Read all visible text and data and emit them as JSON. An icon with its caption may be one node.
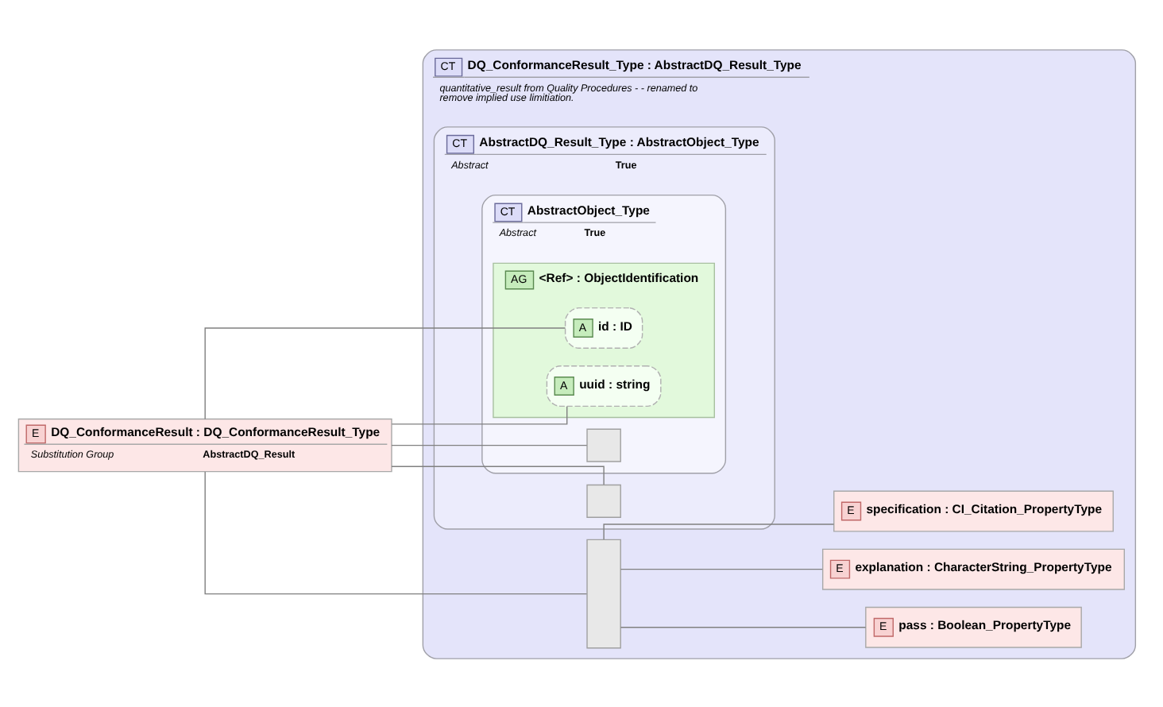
{
  "diagram": {
    "nodes": [
      {
        "text": [
          "E",
          "DQ_ConformanceResult : DQ_ConformanceResult_Type",
          "Substitution Group",
          "AbstractDQ_Result"
        ]
      },
      {
        "text": [
          "CT",
          "DQ_ConformanceResult_Type : AbstractDQ_Result_Type",
          "quantitative_result from Quality Procedures - - renamed to remove implied use limitiation."
        ]
      },
      {
        "text": [
          "CT",
          "AbstractDQ_Result_Type : AbstractObject_Type",
          "Abstract",
          "True"
        ],
        "in": 1
      },
      {
        "text": [
          "CT",
          "AbstractObject_Type",
          "Abstract",
          "True"
        ],
        "in": 2
      },
      {
        "text": [
          "AG",
          "<Ref> : ObjectIdentification"
        ],
        "in": 3
      },
      {
        "text": [
          "A",
          "id : ID"
        ],
        "in": 4
      },
      {
        "text": [
          "A",
          "uuid : string"
        ],
        "in": 4
      },
      {
        "text": [],
        "shape": "box",
        "in": 3
      },
      {
        "text": [],
        "shape": "box",
        "in": 2
      },
      {
        "text": [],
        "shape": "box",
        "in": 1
      },
      {
        "text": [
          "E",
          "specification : CI_Citation_PropertyType"
        ],
        "in": 1
      },
      {
        "text": [
          "E",
          "explanation : CharacterString_PropertyType"
        ],
        "in": 1
      },
      {
        "text": [
          "E",
          "pass : Boolean_PropertyType"
        ],
        "in": 1
      }
    ],
    "edges": [
      {
        "from": 0,
        "to": 5,
        "arrow": "none"
      },
      {
        "from": 0,
        "to": 6,
        "arrow": "none"
      },
      {
        "from": 0,
        "to": 7,
        "arrow": "none"
      },
      {
        "from": 0,
        "to": 8,
        "arrow": "none"
      },
      {
        "from": 0,
        "to": 9,
        "arrow": "none"
      },
      {
        "from": 9,
        "to": 10,
        "arrow": "none"
      },
      {
        "from": 9,
        "to": 11,
        "arrow": "none"
      },
      {
        "from": 9,
        "to": 12,
        "arrow": "none"
      }
    ]
  }
}
